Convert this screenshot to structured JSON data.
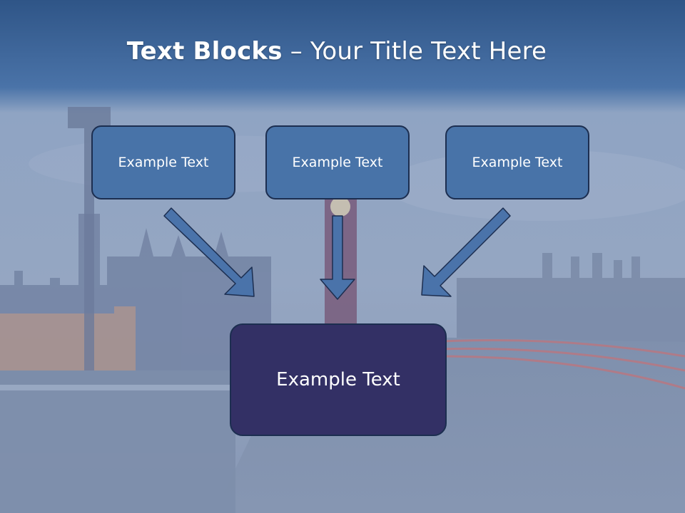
{
  "title": {
    "bold": "Text Blocks",
    "dash": " – ",
    "rest": "Your Title Text Here"
  },
  "blocks": [
    {
      "label": "Example Text"
    },
    {
      "label": "Example Text"
    },
    {
      "label": "Example Text"
    }
  ],
  "center_block": {
    "label": "Example Text"
  },
  "colors": {
    "header_band": "#3d5f93",
    "block_fill": "#4873a8",
    "center_fill": "#333065",
    "arrow_fill": "#4a73aa",
    "border": "#1c2e50"
  }
}
